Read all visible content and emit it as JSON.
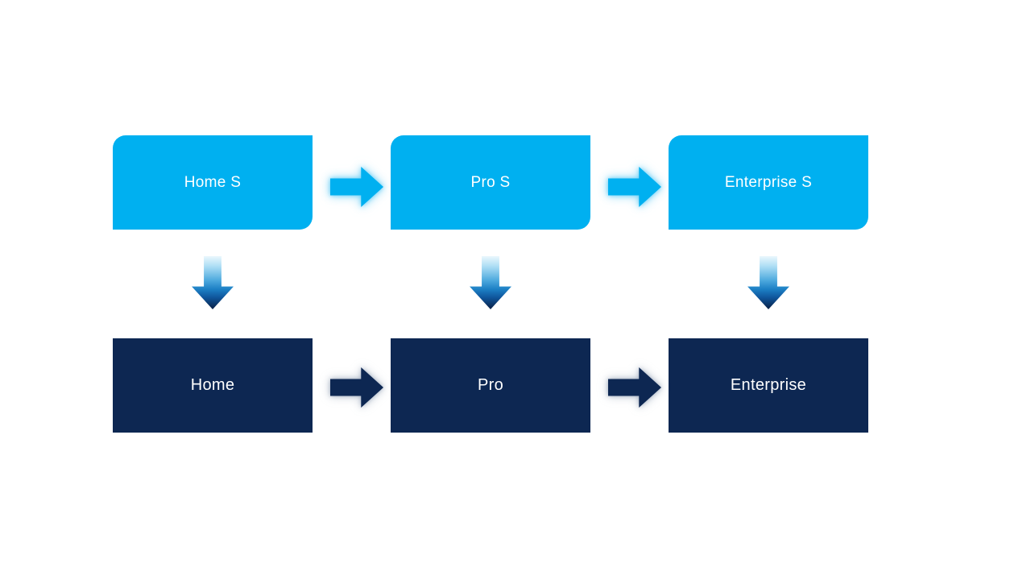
{
  "page": {
    "background": "#FFFFFF"
  },
  "colors": {
    "accent-light": "#00B0F0",
    "accent-dark": "#0D2752",
    "label-text": "#FFFFFF",
    "page-bg": "#FFFFFF"
  },
  "icons": {
    "arrow-right": "block-arrow-right (css clip-path polygon)",
    "arrow-down": "block-arrow-down with light-to-dark gradient (css clip-path polygon)"
  },
  "diagram": {
    "columns": [
      {
        "top_label": "Home S",
        "bottom_label": "Home"
      },
      {
        "top_label": "Pro S",
        "bottom_label": "Pro"
      },
      {
        "top_label": "Enterprise S",
        "bottom_label": "Enterprise"
      }
    ]
  }
}
